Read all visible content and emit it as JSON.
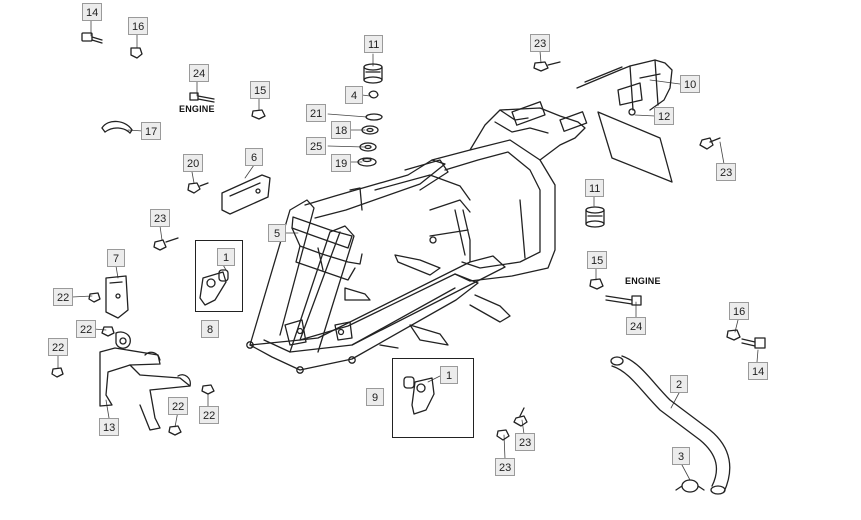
{
  "diagram": {
    "labels": {
      "p14a": "14",
      "p16a": "16",
      "p24a": "24",
      "p15a": "15",
      "p17": "17",
      "p20": "20",
      "p6": "6",
      "p11a": "11",
      "p4": "4",
      "p21": "21",
      "p18": "18",
      "p25": "25",
      "p19": "19",
      "p23a": "23",
      "p10": "10",
      "p12": "12",
      "p23b": "23",
      "p5": "5",
      "p11b": "11",
      "p23c": "23",
      "p7": "7",
      "p22a": "22",
      "p22b": "22",
      "p22c": "22",
      "p1a": "1",
      "p8": "8",
      "p13": "13",
      "p22d": "22",
      "p22e": "22",
      "p9": "9",
      "p1b": "1",
      "p23d": "23",
      "p23e": "23",
      "p15b": "15",
      "p24b": "24",
      "p16b": "16",
      "p14b": "14",
      "p2": "2",
      "p3": "3"
    },
    "engine_text": "ENGINE"
  }
}
